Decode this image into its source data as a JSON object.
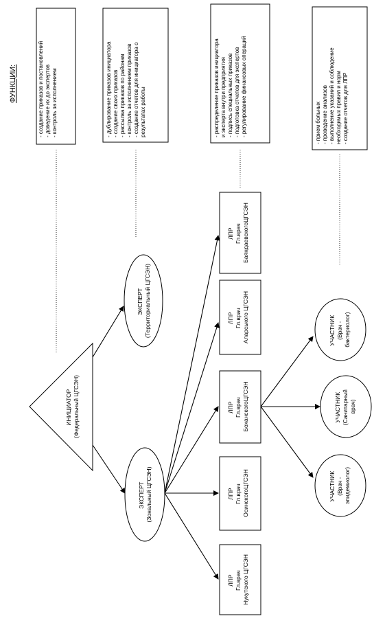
{
  "heading": "ФУНКЦИИ:",
  "functions": [
    {
      "lines": [
        "- создание приказов и постановлений",
        "- доведение их до экспертов",
        "- контроль за исполнением"
      ]
    },
    {
      "lines": [
        "- дублирование приказов инициатора",
        "- создание своих приказов",
        "- рассылка приказов по районам",
        "- контроль за исполнением приказов",
        "- создание отчетов для инициатора о",
        "результатах работы"
      ]
    },
    {
      "lines": [
        "- распределение приказов инициатора",
        "и эксперта внутри предприятия",
        "- подпись специальных приказов",
        "- подготовка отчетов для экспертов",
        "- регулирование финансовых операций"
      ]
    },
    {
      "lines": [
        "- прием больных",
        "- проведение анализов",
        "- выполнение указаний и соблюдение",
        "необходимых правил и норм",
        "- создание отчетов для ЛПР"
      ]
    }
  ],
  "initiator": {
    "lines": [
      "ИНИЦИАТОР",
      "(Федеральный ЦГСЭН)"
    ]
  },
  "experts": [
    {
      "id": "territorial",
      "lines": [
        "ЭКСПЕРТ",
        "(Территориальный ЦГСЭН)"
      ]
    },
    {
      "id": "zonal",
      "lines": [
        "ЭКСПЕРТ",
        "(Зональный ЦГСЭН)"
      ]
    }
  ],
  "lpr": [
    {
      "id": "bayandai",
      "lines": [
        "ЛПР",
        "Гл.врач",
        "БаяндаевскогоЦГСЭН"
      ]
    },
    {
      "id": "alar",
      "lines": [
        "ЛПР",
        "Гл.врач",
        "Аларського ЦГСЭН"
      ]
    },
    {
      "id": "bokhan",
      "lines": [
        "ЛПР",
        "Гл.врач",
        "БоханскогоЦГСЭН"
      ]
    },
    {
      "id": "osin",
      "lines": [
        "ЛПР",
        "Гл.врач",
        "ОсинскогоЦГСЭН"
      ]
    },
    {
      "id": "nukut",
      "lines": [
        "ЛПР",
        "Гл.врач",
        "Нукутского ЦГСЭН"
      ]
    }
  ],
  "participants": [
    {
      "id": "bacteriologist",
      "lines": [
        "УЧАСТНИК",
        "(Врач -",
        "бактериолог)"
      ]
    },
    {
      "id": "sanitary",
      "lines": [
        "УЧАСТНИК",
        "(Санитарный",
        "врач)"
      ]
    },
    {
      "id": "epidemiologist",
      "lines": [
        "УЧАСТНИК",
        "(Врач -",
        "эпидемиолог)"
      ]
    }
  ]
}
